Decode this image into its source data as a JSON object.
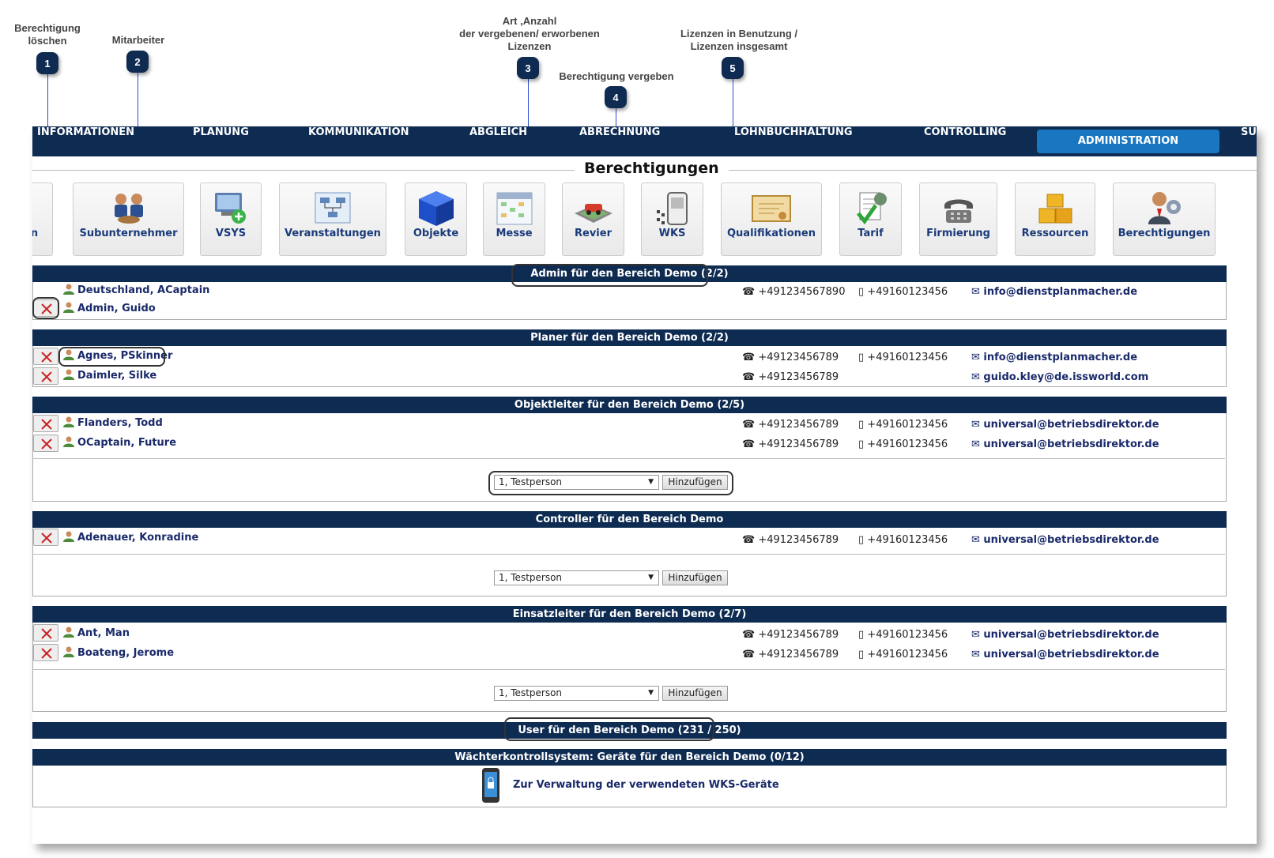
{
  "annotations": [
    {
      "num": "1",
      "label": "Berechtigung\nlöschen"
    },
    {
      "num": "2",
      "label": "Mitarbeiter"
    },
    {
      "num": "3",
      "label": "Art ,Anzahl\nder vergebenen/ erworbenen\nLizenzen"
    },
    {
      "num": "4",
      "label": "Berechtigung vergeben"
    },
    {
      "num": "5",
      "label": "Lizenzen in Benutzung /\nLizenzen insgesamt"
    }
  ],
  "nav": [
    "INFORMATIONEN",
    "PLANUNG",
    "KOMMUNIKATION",
    "ABGLEICH",
    "ABRECHNUNG",
    "LOHNBUCHHALTUNG",
    "CONTROLLING",
    "ADMINISTRATION",
    "SU"
  ],
  "page_title": "Berechtigungen",
  "tiles": [
    "en",
    "Subunternehmer",
    "VSYS",
    "Veranstaltungen",
    "Objekte",
    "Messe",
    "Revier",
    "WKS",
    "Qualifikationen",
    "Tarif",
    "Firmierung",
    "Ressourcen",
    "Berechtigungen"
  ],
  "sections": [
    {
      "title": "Admin für den Bereich Demo (2/2)",
      "rows": [
        {
          "name": "Deutschland, ACaptain",
          "phone": "+491234567890",
          "mobile": "+49160123456",
          "email": "info@dienstplanmacher.de"
        },
        {
          "name": "Admin, Guido"
        }
      ]
    },
    {
      "title": "Planer für den Bereich Demo (2/2)",
      "rows": [
        {
          "name": "Agnes, PSkinner",
          "phone": "+49123456789",
          "mobile": "+49160123456",
          "email": "info@dienstplanmacher.de"
        },
        {
          "name": "Daimler, Silke",
          "phone": "+49123456789",
          "email": "guido.kley@de.issworld.com"
        }
      ]
    },
    {
      "title": "Objektleiter für den Bereich Demo (2/5)",
      "rows": [
        {
          "name": "Flanders, Todd",
          "phone": "+49123456789",
          "mobile": "+49160123456",
          "email": "universal@betriebsdirektor.de"
        },
        {
          "name": "OCaptain, Future",
          "phone": "+49123456789",
          "mobile": "+49160123456",
          "email": "universal@betriebsdirektor.de"
        }
      ],
      "select": "1, Testperson",
      "button": "Hinzufügen"
    },
    {
      "title": "Controller für den Bereich Demo",
      "rows": [
        {
          "name": "Adenauer, Konradine",
          "phone": "+49123456789",
          "mobile": "+49160123456",
          "email": "universal@betriebsdirektor.de"
        }
      ],
      "select": "1, Testperson",
      "button": "Hinzufügen"
    },
    {
      "title": "Einsatzleiter für den Bereich Demo (2/7)",
      "rows": [
        {
          "name": "Ant, Man",
          "phone": "+49123456789",
          "mobile": "+49160123456",
          "email": "universal@betriebsdirektor.de"
        },
        {
          "name": "Boateng, Jerome",
          "phone": "+49123456789",
          "mobile": "+49160123456",
          "email": "universal@betriebsdirektor.de"
        }
      ],
      "select": "1, Testperson",
      "button": "Hinzufügen"
    }
  ],
  "user_license": "User für den Bereich Demo (231 / 250)",
  "wks_title": "Wächterkontrollsystem: Geräte für den Bereich Demo (0/12)",
  "wks_link": "Zur Verwaltung der verwendeten WKS-Geräte"
}
